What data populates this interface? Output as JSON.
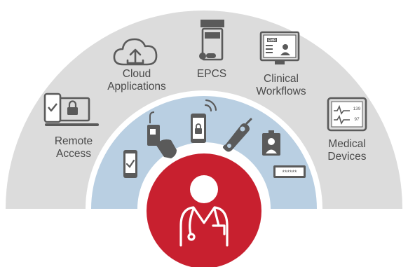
{
  "outer_arc": {
    "items": [
      {
        "key": "remote-access",
        "lines": [
          "Remote",
          "Access"
        ],
        "icon": "laptop-phone-lock-icon"
      },
      {
        "key": "cloud-applications",
        "lines": [
          "Cloud",
          "Applications"
        ],
        "icon": "cloud-upload-icon"
      },
      {
        "key": "epcs",
        "lines": [
          "EPCS"
        ],
        "icon": "pill-bottle-icon"
      },
      {
        "key": "clinical-workflows",
        "lines": [
          "Clinical",
          "Workflows"
        ],
        "icon": "emr-monitor-icon"
      },
      {
        "key": "medical-devices",
        "lines": [
          "Medical",
          "Devices"
        ],
        "icon": "vital-signs-monitor-icon"
      }
    ]
  },
  "inner_arc": {
    "icons": [
      "phone-check-icon",
      "card-tap-icon",
      "phone-lock-nfc-icon",
      "usb-key-icon",
      "badge-icon",
      "password-field-icon"
    ]
  },
  "center": {
    "icon": "clinician-icon"
  },
  "device_texts": {
    "emr": "EMR",
    "vitals_top": "139",
    "vitals_bottom": "97",
    "password_mask": "******"
  },
  "colors": {
    "outer_fill": "#dcdcdc",
    "inner_fill": "#b9cfe2",
    "center_red": "#c8202f",
    "icon_gray": "#5a5a5a",
    "text_gray": "#4a4a4a"
  }
}
